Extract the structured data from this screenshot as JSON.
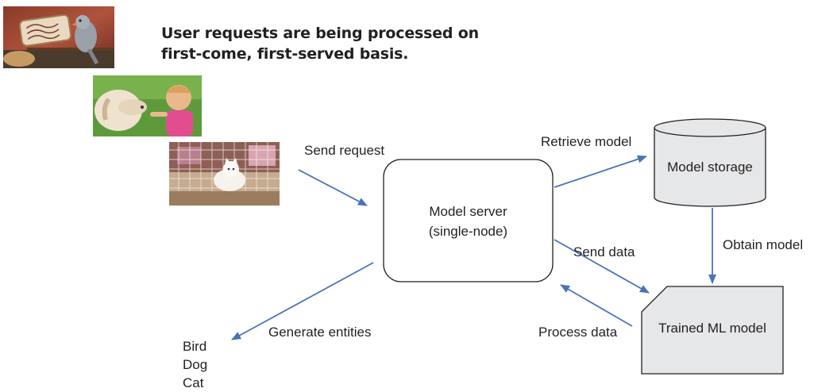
{
  "heading": {
    "line1": "User requests are being processed on",
    "line2": "first-come, first-served basis."
  },
  "nodes": {
    "model_server": {
      "line1": "Model server",
      "line2": "(single-node)"
    },
    "model_storage": "Model storage",
    "trained_model": "Trained ML model"
  },
  "edges": {
    "send_request": "Send request",
    "retrieve_model": "Retrieve model",
    "obtain_model": "Obtain model",
    "send_data": "Send data",
    "process_data": "Process data",
    "generate_entities": "Generate entities"
  },
  "entities": [
    "Bird",
    "Dog",
    "Cat"
  ],
  "colors": {
    "arrow": "#4a72b8",
    "node_fill": "#e6e7e8",
    "node_stroke": "#231f20"
  }
}
